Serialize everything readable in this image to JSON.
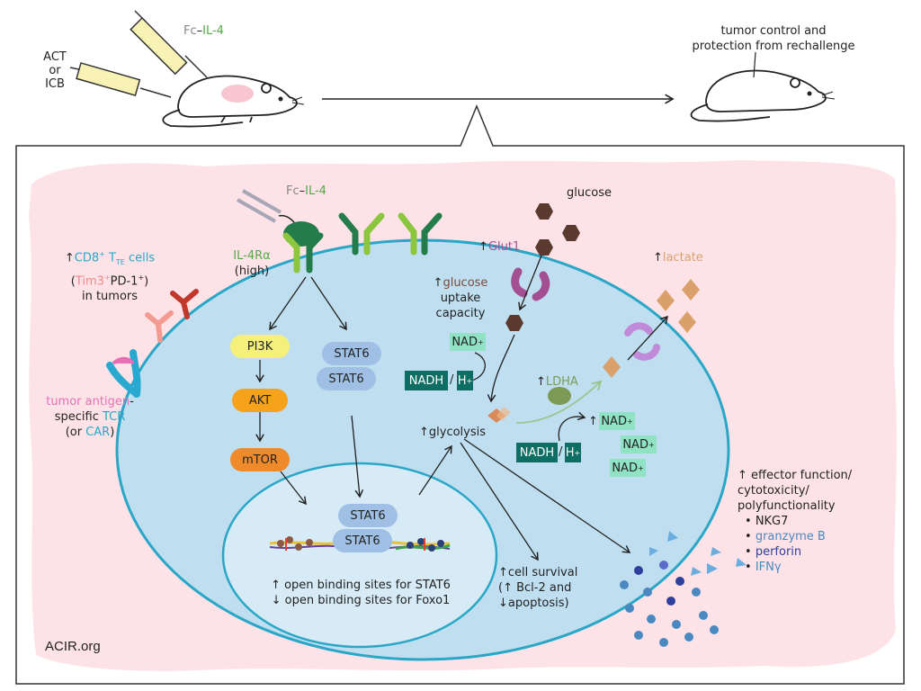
{
  "top": {
    "treatment_left_1": "ACT",
    "treatment_left_2": "or",
    "treatment_left_3": "ICB",
    "drug_prefix": "Fc",
    "drug_dash": "–",
    "drug_name": "IL-4",
    "outcome_1": "tumor control and",
    "outcome_2": "protection from rechallenge"
  },
  "left": {
    "arrow_up": "↑",
    "cd8": "CD8",
    "cd8_sup": "+",
    "tte": " T",
    "tte_sub": "TE",
    "cells": " cells",
    "paren_open": "(",
    "tim3": "Tim3",
    "tim3_sup": "+",
    "pd1": "PD-1",
    "pd1_sup": "+",
    "paren_close": ")",
    "in_tumors": "in tumors",
    "tumor_antigen": "tumor antigen",
    "dash": "-",
    "specific": "specific ",
    "tcr": "TCR",
    "or_open": "(or ",
    "car": "CAR",
    "or_close": ")"
  },
  "receptor": {
    "fc": "Fc",
    "dash": "–",
    "il4": "IL-4",
    "il4r": "IL-4Rα",
    "high": "(high)"
  },
  "signaling": {
    "pi3k": "PI3K",
    "akt": "AKT",
    "mtor": "mTOR",
    "stat6_a": "STAT6",
    "stat6_b": "STAT6",
    "stat6_c": "STAT6",
    "stat6_d": "STAT6"
  },
  "nucleus": {
    "line1": "↑ open binding sites for STAT6",
    "line2": "↓ open binding sites for Foxo1"
  },
  "metabolism": {
    "glucose": "glucose",
    "glut1_arrow": "↑",
    "glut1": "Glut1",
    "uptake_arrow": "↑",
    "uptake_glucose": "glucose",
    "uptake_2": "uptake",
    "uptake_3": "capacity",
    "nad_plus": "NAD",
    "nadh": "NADH",
    "slash": "/",
    "h_plus": "H",
    "plus": "+",
    "glycolysis": "↑glycolysis",
    "ldha_arrow": "↑",
    "ldha": "LDHA",
    "nad_arrow": "↑",
    "lactate_arrow": "↑",
    "lactate": "lactate"
  },
  "survival": {
    "line1": "↑cell survival",
    "line2": "(↑ Bcl-2 and",
    "line3": "↓apoptosis)"
  },
  "effector": {
    "line1": "↑ effector function/",
    "line2": "cytotoxicity/",
    "line3": "polyfunctionality",
    "bullet": "•",
    "items": [
      "NKG7",
      "granzyme B",
      "perforin",
      "IFNγ"
    ]
  },
  "footer": "ACIR.org",
  "colors": {
    "blob_pink": "#fde3e8",
    "cell_blue": "#bfdff0",
    "cell_border": "#2aa6c6",
    "nucleus": "#d6ebf6",
    "green_dark": "#237c4a",
    "green_light": "#8cc63f",
    "yellow": "#f5f07a",
    "orange": "#f7a21b",
    "orange_dark": "#ef8a2a",
    "stat6": "#9fc0e4",
    "teal_dark": "#0f6e64",
    "teal_light": "#8fe3c4",
    "glucose_brown": "#5a3a2e",
    "lactate_tan": "#d9a06b",
    "purple": "#b07ac8",
    "text_blue": "#2aa6c6",
    "text_pink": "#e86fb6",
    "text_green": "#56a84a",
    "text_salmon": "#ee8a8a",
    "text_navy": "#2f3f9e",
    "text_steel": "#4a88c0"
  }
}
